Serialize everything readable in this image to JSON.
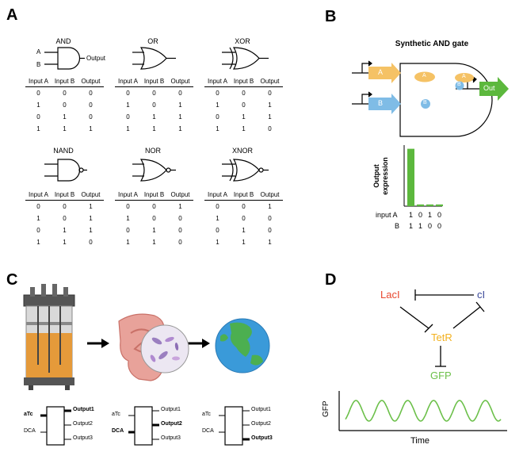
{
  "panels": {
    "a": "A",
    "b": "B",
    "c": "C",
    "d": "D"
  },
  "colors": {
    "input_a": "#f5c265",
    "input_b": "#7fbce6",
    "output": "#5cb83d",
    "bar": "#5cb83d",
    "laci": "#e8472f",
    "ci": "#3b4a9a",
    "tetr": "#f2b01e",
    "gfp": "#6cc04a",
    "bioreactor_culture": "#e59a3a"
  },
  "panel_a": {
    "gate_labels": {
      "a": "A",
      "b": "B",
      "output": "Output"
    },
    "gates": [
      {
        "name": "AND",
        "icon": "and-gate-icon",
        "headers": [
          "Input A",
          "Input B",
          "Output"
        ],
        "rows": [
          [
            "0",
            "0",
            "0"
          ],
          [
            "1",
            "0",
            "0"
          ],
          [
            "0",
            "1",
            "0"
          ],
          [
            "1",
            "1",
            "1"
          ]
        ]
      },
      {
        "name": "OR",
        "icon": "or-gate-icon",
        "headers": [
          "Input A",
          "Input B",
          "Output"
        ],
        "rows": [
          [
            "0",
            "0",
            "0"
          ],
          [
            "1",
            "0",
            "1"
          ],
          [
            "0",
            "1",
            "1"
          ],
          [
            "1",
            "1",
            "1"
          ]
        ]
      },
      {
        "name": "XOR",
        "icon": "xor-gate-icon",
        "headers": [
          "Input A",
          "Input B",
          "Output"
        ],
        "rows": [
          [
            "0",
            "0",
            "0"
          ],
          [
            "1",
            "0",
            "1"
          ],
          [
            "0",
            "1",
            "1"
          ],
          [
            "1",
            "1",
            "0"
          ]
        ]
      },
      {
        "name": "NAND",
        "icon": "nand-gate-icon",
        "headers": [
          "Input A",
          "Input B",
          "Output"
        ],
        "rows": [
          [
            "0",
            "0",
            "1"
          ],
          [
            "1",
            "0",
            "1"
          ],
          [
            "0",
            "1",
            "1"
          ],
          [
            "1",
            "1",
            "0"
          ]
        ]
      },
      {
        "name": "NOR",
        "icon": "nor-gate-icon",
        "headers": [
          "Input A",
          "Input B",
          "Output"
        ],
        "rows": [
          [
            "0",
            "0",
            "1"
          ],
          [
            "1",
            "0",
            "0"
          ],
          [
            "0",
            "1",
            "0"
          ],
          [
            "1",
            "1",
            "0"
          ]
        ]
      },
      {
        "name": "XNOR",
        "icon": "xnor-gate-icon",
        "headers": [
          "Input A",
          "Input B",
          "Output"
        ],
        "rows": [
          [
            "0",
            "0",
            "1"
          ],
          [
            "1",
            "0",
            "0"
          ],
          [
            "0",
            "1",
            "0"
          ],
          [
            "1",
            "1",
            "1"
          ]
        ]
      }
    ]
  },
  "panel_b": {
    "title": "Synthetic AND gate",
    "arrow_a": "A",
    "arrow_b": "B",
    "cell_a": "A",
    "cell_b": "B",
    "out": "Out",
    "ylabel_line1": "Output",
    "ylabel_line2": "expression",
    "row_a_label": "input A",
    "row_b_label": "B",
    "input_a_values": [
      "1",
      "0",
      "1",
      "0"
    ],
    "input_b_values": [
      "1",
      "1",
      "0",
      "0"
    ]
  },
  "chart_data": {
    "type": "bar",
    "categories": [
      "A=1,B=1",
      "A=0,B=1",
      "A=1,B=0",
      "A=0,B=0"
    ],
    "values": [
      1.0,
      0.03,
      0.03,
      0.03
    ],
    "title": "",
    "xlabel": "",
    "ylabel": "Output expression",
    "ylim": [
      0,
      1.05
    ]
  },
  "panel_c": {
    "icons": [
      "bioreactor-icon",
      "gut-icon",
      "globe-icon"
    ],
    "switches": [
      {
        "inputs": [
          "aTc",
          "DCA"
        ],
        "active_input": 0,
        "outputs": [
          "Output1",
          "Output2",
          "Output3"
        ],
        "active_output": 0
      },
      {
        "inputs": [
          "aTc",
          "DCA"
        ],
        "active_input": 1,
        "outputs": [
          "Output1",
          "Output2",
          "Output3"
        ],
        "active_output": 1
      },
      {
        "inputs": [
          "aTc",
          "DCA"
        ],
        "active_input": -1,
        "outputs": [
          "Output1",
          "Output2",
          "Output3"
        ],
        "active_output": 2
      }
    ]
  },
  "panel_d": {
    "laci": "LacI",
    "ci": "cI",
    "tetr": "TetR",
    "gfp": "GFP",
    "y_label": "GFP",
    "x_label": "Time",
    "oscillation_cycles": 6
  }
}
